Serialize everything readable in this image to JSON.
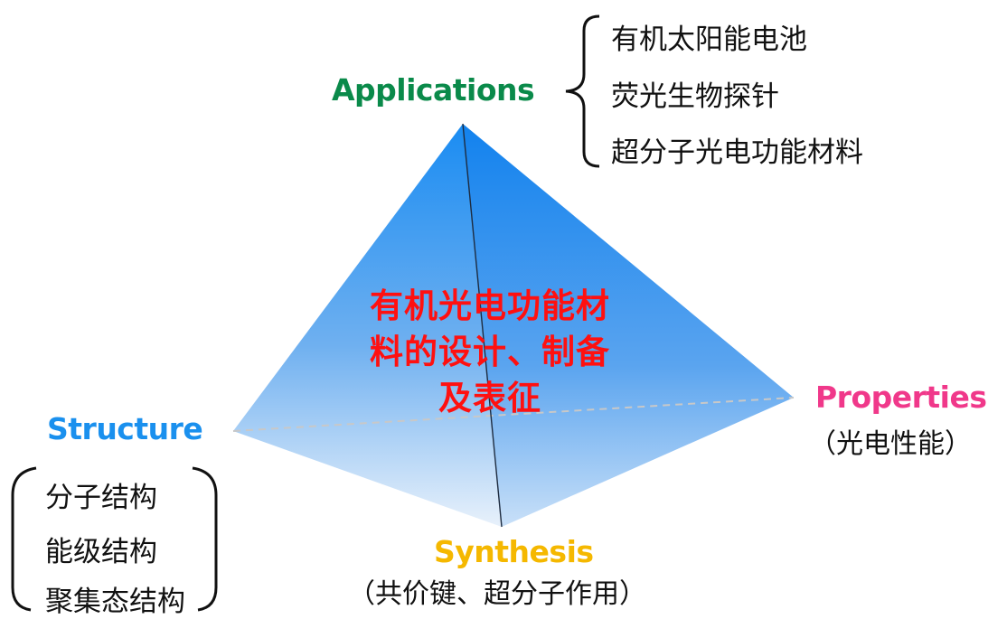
{
  "colors": {
    "applications": "#0a8a4a",
    "structure": "#1a90ee",
    "properties": "#f0388a",
    "synthesis": "#f5b800",
    "center_text": "#ff1010"
  },
  "center_text": "有机光电功能材料的设计、制备及表征",
  "applications": {
    "title": "Applications",
    "items": [
      "有机太阳能电池",
      "荧光生物探针",
      "超分子光电功能材料"
    ]
  },
  "structure": {
    "title": "Structure",
    "items": [
      "分子结构",
      "能级结构",
      "聚集态结构"
    ]
  },
  "properties": {
    "title": "Properties",
    "subtitle": "（光电性能）"
  },
  "synthesis": {
    "title": "Synthesis",
    "subtitle": "（共价键、超分子作用）"
  }
}
